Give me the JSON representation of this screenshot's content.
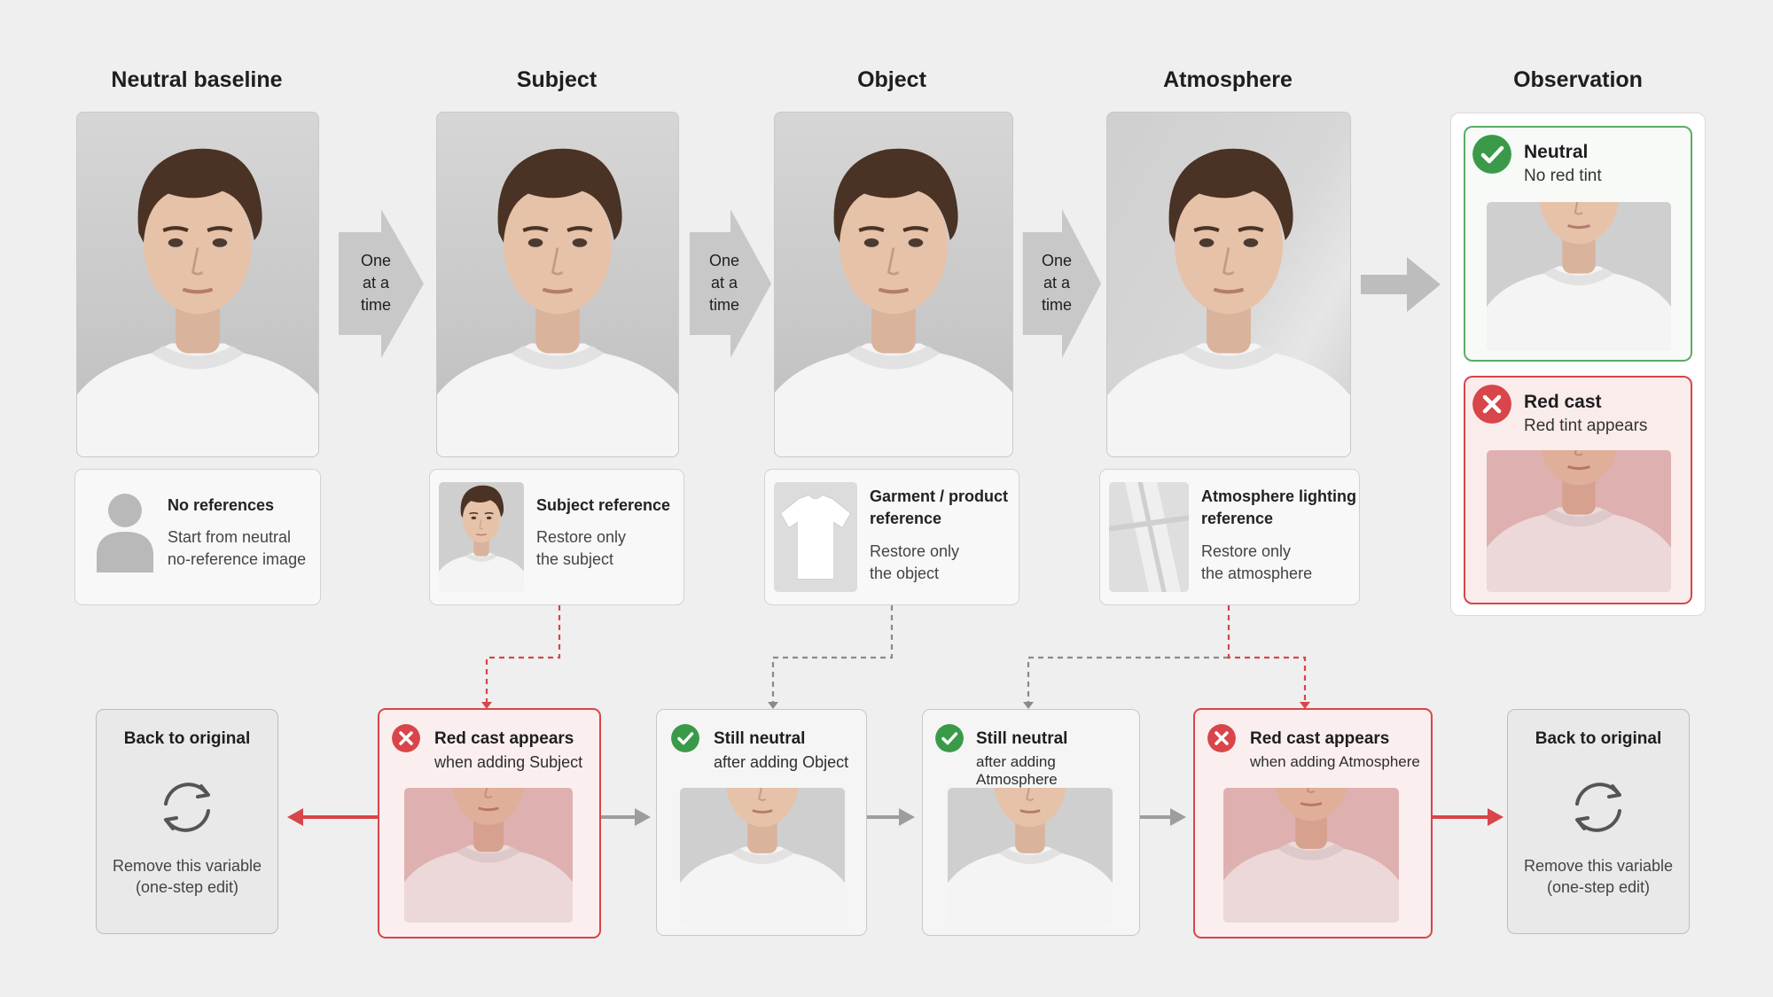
{
  "columns": {
    "baseline": "Neutral baseline",
    "subject": "Subject",
    "object": "Object",
    "atmosphere": "Atmosphere",
    "observation": "Observation"
  },
  "step_label": [
    "One",
    "at a",
    "time"
  ],
  "refs": {
    "none": {
      "title": "No references",
      "desc_1": "Start from neutral",
      "desc_2": "no-reference image"
    },
    "subject": {
      "title": "Subject reference",
      "desc_1": "Restore only",
      "desc_2": "the subject"
    },
    "object": {
      "title_1": "Garment / product",
      "title_2": "reference",
      "desc_1": "Restore only",
      "desc_2": "the object"
    },
    "atmosphere": {
      "title_1": "Atmosphere lighting",
      "title_2": "reference",
      "desc_1": "Restore only",
      "desc_2": "the atmosphere"
    }
  },
  "observation": {
    "neutral": {
      "title": "Neutral",
      "sub": "No red tint"
    },
    "red": {
      "title": "Red cast",
      "sub": "Red tint appears"
    }
  },
  "bottom": {
    "back_left": {
      "title": "Back to original",
      "desc_1": "Remove this variable",
      "desc_2": "(one-step edit)"
    },
    "red_subject": {
      "title": "Red cast appears",
      "sub": "when adding Subject"
    },
    "neutral_object": {
      "title": "Still neutral",
      "sub": "after adding Object"
    },
    "neutral_atmos": {
      "title": "Still neutral",
      "sub": "after adding Atmosphere"
    },
    "red_atmos": {
      "title": "Red cast appears",
      "sub": "when adding Atmosphere"
    },
    "back_right": {
      "title": "Back to original",
      "desc_1": "Remove this variable",
      "desc_2": "(one-step edit)"
    }
  },
  "icons": {
    "check": "check-circle-icon",
    "cross": "x-circle-icon",
    "cycle": "refresh-cycle-icon",
    "person": "person-silhouette-icon"
  },
  "colors": {
    "neutral_green": "#3a9a4a",
    "red_accent": "#d8454a",
    "arrow_grey": "#a6a6a6",
    "red_tint": "#e8c9c9"
  }
}
